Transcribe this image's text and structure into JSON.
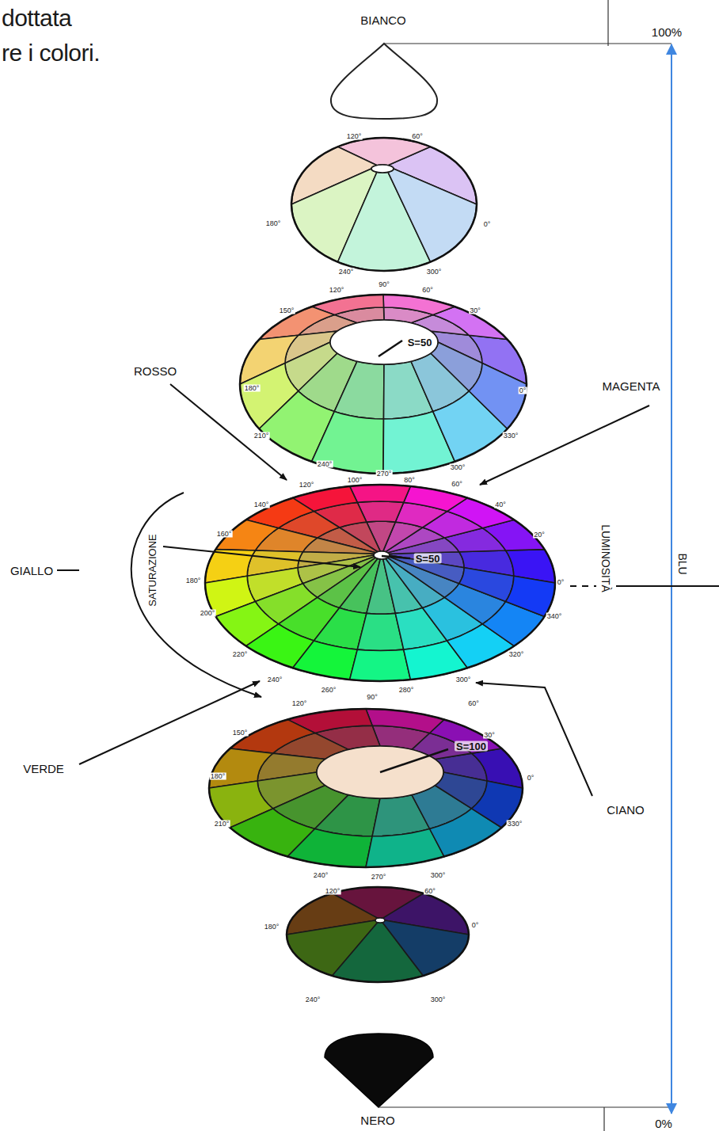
{
  "diagram": {
    "labels": [
      "dottata",
      "re i colori.",
      "BIANCO",
      "100%",
      "120°",
      "60°",
      "180°",
      "0°",
      "240°",
      "300°",
      "120°",
      "90°",
      "60°",
      "150°",
      "30°",
      "S=50",
      "180°",
      "0°",
      "210°",
      "330°",
      "240°",
      "270°",
      "300°",
      "ROSSO",
      "MAGENTA",
      "120°",
      "100°",
      "80°",
      "60°",
      "140°",
      "40°",
      "160°",
      "20°",
      "180°",
      "0°",
      "200°",
      "340°",
      "220°",
      "320°",
      "240°",
      "260°",
      "280°",
      "300°",
      "S=50",
      "GIALLO",
      "SATURAZIONE",
      "LUMINOSITÀ",
      "BLU",
      "120°",
      "90°",
      "60°",
      "150°",
      "30°",
      "S=100",
      "180°",
      "0°",
      "210°",
      "330°",
      "240°",
      "270°",
      "300°",
      "VERDE",
      "CIANO",
      "120°",
      "60°",
      "180°",
      "0°",
      "240°",
      "300°",
      "NERO",
      "0%"
    ]
  }
}
